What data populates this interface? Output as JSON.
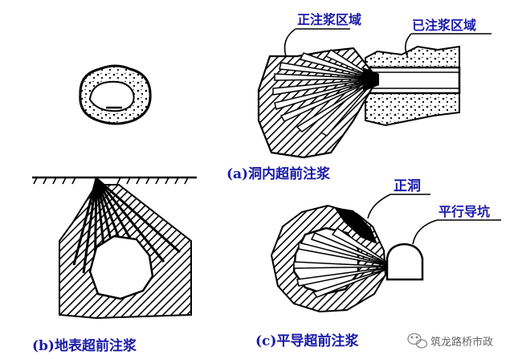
{
  "labels": {
    "active_zone": "正注浆区域",
    "done_zone": "已注浆区域",
    "main_tunnel": "正洞",
    "parallel_heading": "平行导坑"
  },
  "captions": {
    "a": "(a)洞内超前注浆",
    "b": "(b)地表超前注浆",
    "c": "(c)平导超前注浆"
  },
  "watermark": {
    "text": "筑龙路桥市政",
    "icon": "wechat-icon"
  },
  "colors": {
    "label": "#1a1aa8",
    "ink": "#000000"
  }
}
